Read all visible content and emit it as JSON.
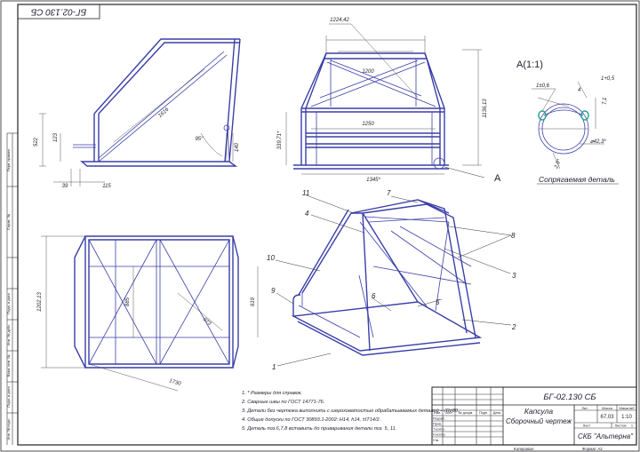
{
  "stamp_rotated": "БГ-02.130 СБ",
  "side_view": {
    "dims": [
      "522",
      "123",
      "39",
      "115",
      "1616",
      "95°",
      "140"
    ]
  },
  "front_view": {
    "dims": [
      "1224,42",
      "1200",
      "1250",
      "1136,13",
      "339,71*",
      "1345*"
    ]
  },
  "section_label": "А",
  "detail": {
    "title": "А(1:1)",
    "dims": [
      "1±0,6",
      "1+0,5",
      "7,1",
      "⌀42,3*",
      "2,8*",
      "4"
    ],
    "caption": "Сопрягаемая деталь"
  },
  "plan_view": {
    "dims": [
      "1202,13",
      "885",
      "619",
      "1730",
      "973"
    ]
  },
  "iso_callouts": [
    "1",
    "2",
    "3",
    "4",
    "5",
    "6",
    "7",
    "8",
    "9",
    "10",
    "11"
  ],
  "notes": [
    "1. * Размеры для справок.",
    "2. Сварные швы по ГОСТ 14771-76.",
    "3. Детали без чертежа выполнить с шероховатостью обрабатываемых деталей - √Rz80.",
    "4. Общие допуски по ГОСТ 30893.1-2002: H14, h14, ±IT14/2.",
    "5. Деталь поз.6,7,8 вставить до приваривания детали поз. 5, 11."
  ],
  "left_strip": [
    "Перв. примен.",
    "Справ. №",
    "Подп. и дата",
    "Инв. № дубл.",
    "Взам. инв. №",
    "Подп. и дата",
    "Инв. № подл."
  ],
  "title_block": {
    "designation": "БГ-02.130 СБ",
    "name": "Капсула",
    "doc_type": "Сборочный чертеж",
    "mass": "67,03",
    "scale": "1:10",
    "org": "СКБ \"Альтерна\"",
    "headers": [
      "Изм.",
      "Лист",
      "№ докум.",
      "Подп.",
      "Дата"
    ],
    "roles": [
      "Разраб.",
      "Пров.",
      "Т.контр.",
      "Н.контр.",
      "Утв."
    ],
    "lit_label": "Лит.",
    "mass_label": "Масса",
    "scale_label": "Масштаб",
    "sheet_label": "Лист",
    "sheets_label": "Листов",
    "sheets_count": "1",
    "copied": "Копировал",
    "format": "Формат A2"
  }
}
